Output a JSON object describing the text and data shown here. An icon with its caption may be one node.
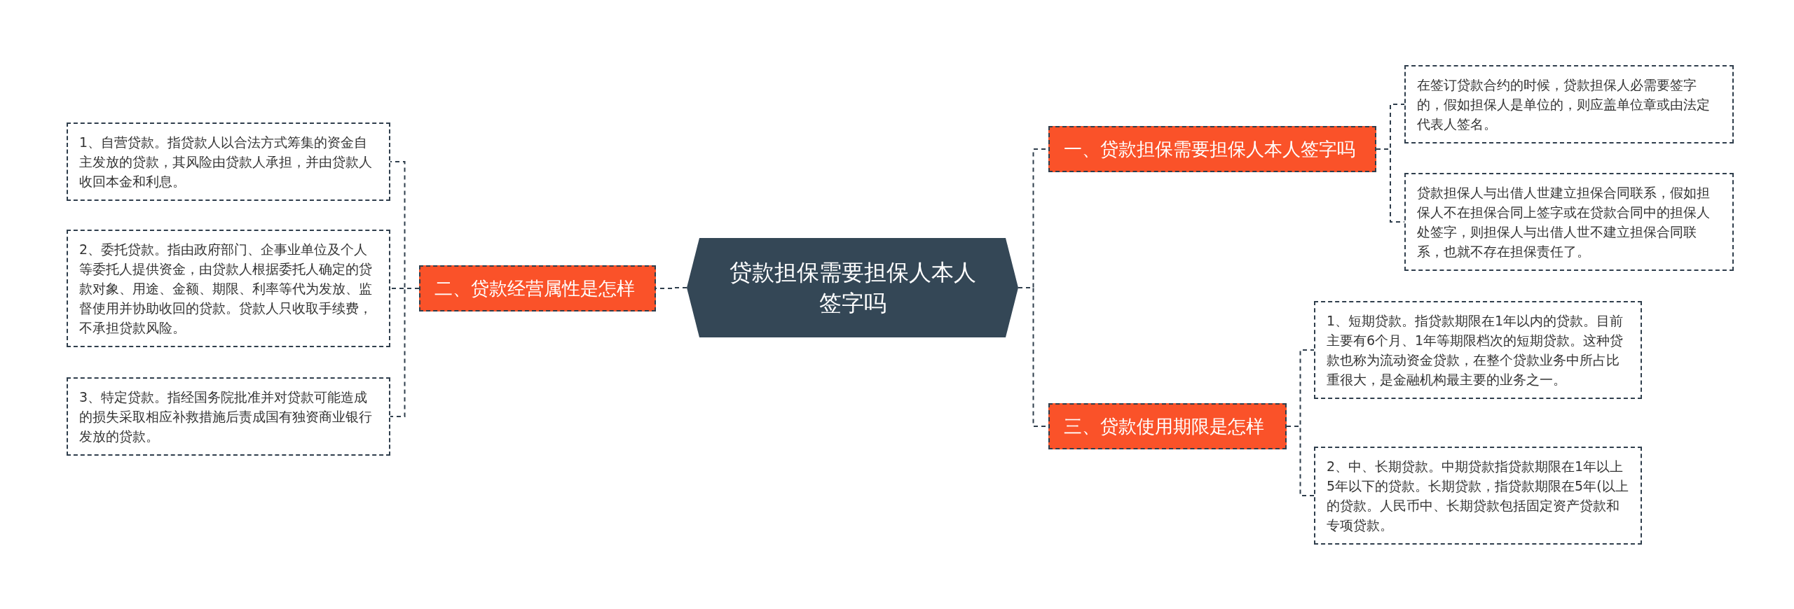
{
  "diagram": {
    "nodes": [
      {
        "text": [
          "贷款担保需要担保人本人签字吗"
        ]
      },
      {
        "text": [
          "一、贷款担保需要担保人本人签字吗"
        ]
      },
      {
        "text": [
          "在签订贷款合约的时候，贷款担保人必需要签字的，假如担保人是单位的，则应盖单位章或由法定代表人签名。"
        ]
      },
      {
        "text": [
          "贷款担保人与出借人世建立担保合同联系，假如担保人不在担保合同上签字或在贷款合同中的担保人处签字，则担保人与出借人世不建立担保合同联系，也就不存在担保责任了。"
        ]
      },
      {
        "text": [
          "二、贷款经营属性是怎样"
        ]
      },
      {
        "text": [
          "1、自营贷款。指贷款人以合法方式筹集的资金自主发放的贷款，其风险由贷款人承担，并由贷款人收回本金和利息。"
        ]
      },
      {
        "text": [
          "2、委托贷款。指由政府部门、企事业单位及个人等委托人提供资金，由贷款人根据委托人确定的贷款对象、用途、金额、期限、利率等代为发放、监督使用并协助收回的贷款。贷款人只收取手续费，不承担贷款风险。"
        ]
      },
      {
        "text": [
          "3、特定贷款。指经国务院批准并对贷款可能造成的损失采取相应补救措施后责成国有独资商业银行发放的贷款。"
        ]
      },
      {
        "text": [
          "三、贷款使用期限是怎样"
        ]
      },
      {
        "text": [
          "1、短期贷款。指贷款期限在1年以内的贷款。目前主要有6个月、1年等期限档次的短期贷款。这种贷款也称为流动资金贷款，在整个贷款业务中所占比重很大，是金融机构最主要的业务之一。"
        ]
      },
      {
        "text": [
          "2、中、长期贷款。中期贷款指贷款期限在1年以上5年以下的贷款。长期贷款，指贷款期限在5年(以上的贷款。人民币中、长期贷款包括固定资产贷款和专项贷款。"
        ]
      }
    ],
    "edges": [
      {
        "from": 0,
        "to": 1,
        "arrow": "none"
      },
      {
        "from": 1,
        "to": 2,
        "arrow": "none"
      },
      {
        "from": 1,
        "to": 3,
        "arrow": "none"
      },
      {
        "from": 0,
        "to": 4,
        "arrow": "none"
      },
      {
        "from": 4,
        "to": 5,
        "arrow": "none"
      },
      {
        "from": 4,
        "to": 6,
        "arrow": "none"
      },
      {
        "from": 4,
        "to": 7,
        "arrow": "none"
      },
      {
        "from": 0,
        "to": 8,
        "arrow": "none"
      },
      {
        "from": 8,
        "to": 9,
        "arrow": "none"
      },
      {
        "from": 8,
        "to": 10,
        "arrow": "none"
      }
    ]
  }
}
